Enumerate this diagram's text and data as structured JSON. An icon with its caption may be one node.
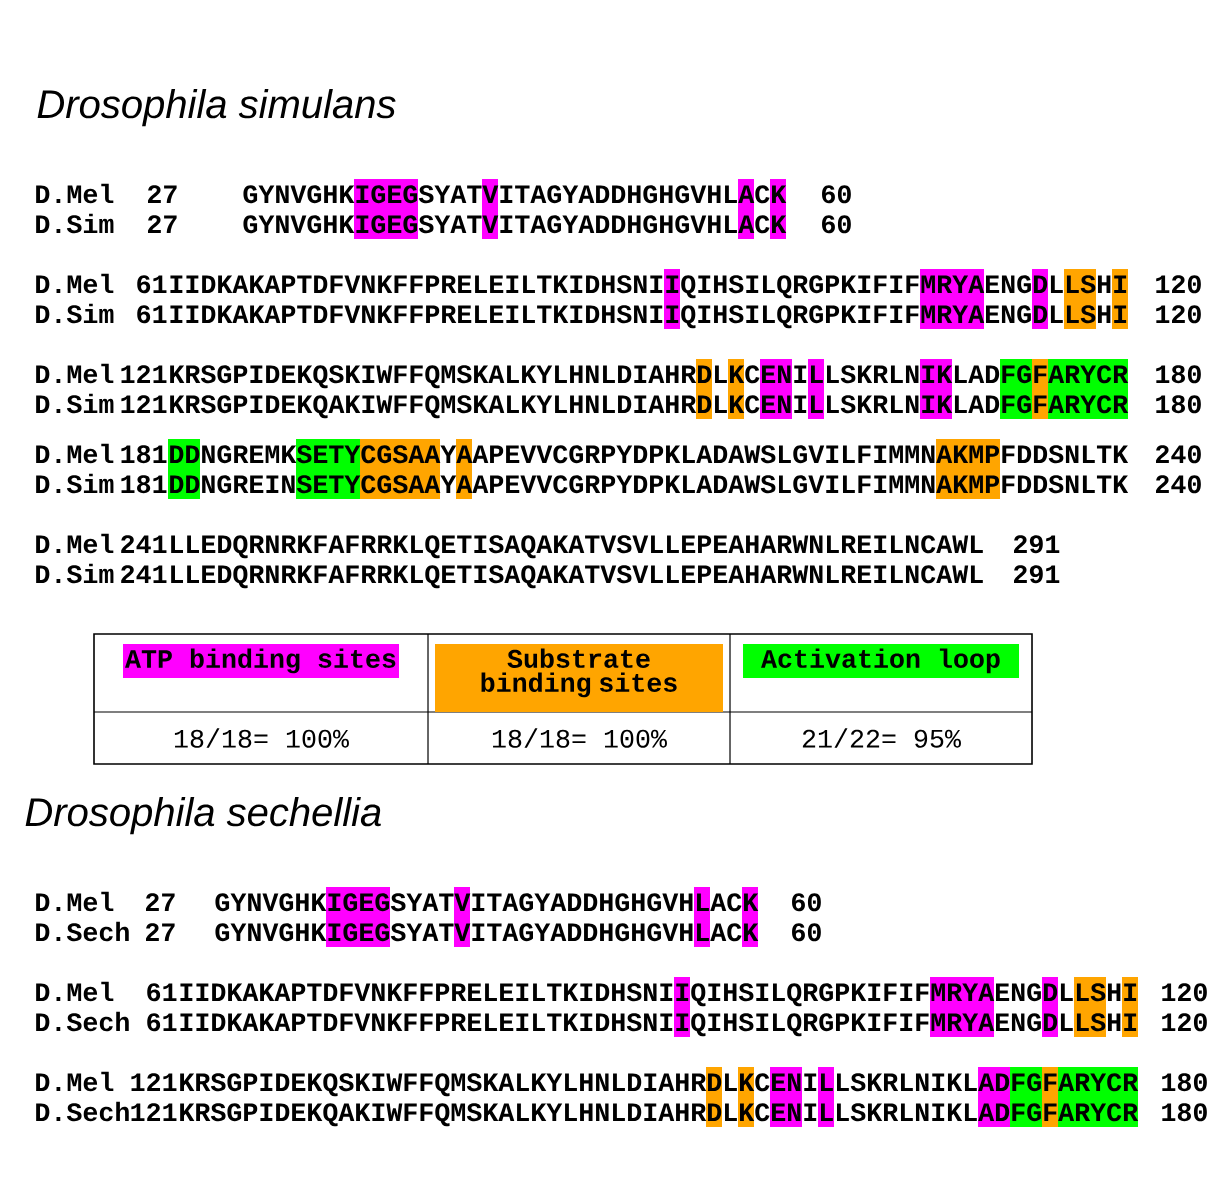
{
  "diagram": {
    "labels": [
      "Drosophila simulans",
      "D.Mel",
      "27",
      "GYNVGHKIGEGSYATVITAGYADDHGHGVHLACK",
      "60",
      "D.Sim",
      "27",
      "GYNVGHKIGEGSYATVITAGYADDHGHGVHLACK",
      "60",
      "D.Mel",
      "61",
      "IIDKAKAPTDFVNKFFPRELEILTKIDHSNIIQIHSILQRGPKIFIFMRYAENGDLLSHI",
      "120",
      "D.Sim",
      "61",
      "IIDKAKAPTDFVNKFFPRELEILTKIDHSNIIQIHSILQRGPKIFIFMRYAENGDLLSHI",
      "120",
      "D.Mel",
      "121",
      "KRSGPIDEKQSKIWFFQMSKALKYLHNLDIAHRDLKCENILLSKRLNIKLADFGFARYCR",
      "180",
      "D.Sim",
      "121",
      "KRSGPIDEKQAKIWFFQMSKALKYLHNLDIAHRDLKCENILLSKRLNIKLADFGFARYCR",
      "180",
      "D.Mel",
      "181",
      "DDNGREMKSETYCGSAAYAAPEVVCGRPYDPKLADAWSLGVILFIMMNAKMPFDDSNLTK",
      "240",
      "D.Sim",
      "181",
      "DDNGREINSETYCGSAAYAAPEVVCGRPYDPKLADAWSLGVILFIMMNAKMPFDDSNLTK",
      "240",
      "D.Mel",
      "241",
      "LLEDQRNRKFAFRRKLQETISAQAKATVSVLLEPEAHARWNLREILNCAWL",
      "291",
      "D.Sim",
      "241",
      "LLEDQRNRKFAFRRKLQETISAQAKATVSVLLEPEAHARWNLREILNCAWL",
      "291",
      "18/18= 100%",
      "18/18= 100%",
      "21/22= 95%",
      "Drosophila sechellia",
      "D.Mel",
      "27",
      "GYNVGHKIGEGSYATVITAGYADDHGHGVHLACK",
      "60",
      "D.Sech",
      "27",
      "GYNVGHKIGEGSYATVITAGYADDHGHGVHLACK",
      "60",
      "D.Mel",
      "61",
      "IIDKAKAPTDFVNKFFPRELEILTKIDHSNIIQIHSILQRGPKIFIFMRYAENGDLLSHI",
      "120",
      "D.Sech",
      "61",
      "IIDKAKAPTDFVNKFFPRELEILTKIDHSNIIQIHSILQRGPKIFIFMRYAENGDLLSHI",
      "120",
      "D.Mel",
      "121",
      "KRSGPIDEKQSKIWFFQMSKALKYLHNLDIAHRDLKCENILLSKRLNIKLADFGFARYCR",
      "180",
      "D.Sech",
      "121",
      "KRSGPIDEKQAKIWFFQMSKALKYLHNLDIAHRDLKCENILLSKRLNIKLADFGFARYCR",
      "180"
    ],
    "legend": [
      {
        "text": "ATP binding sites",
        "color": "#ff00ff"
      },
      {
        "text": "Substrate binding sites",
        "color": "#ffa500"
      },
      {
        "text": "Activation loop",
        "color": "#00ff00"
      }
    ]
  }
}
